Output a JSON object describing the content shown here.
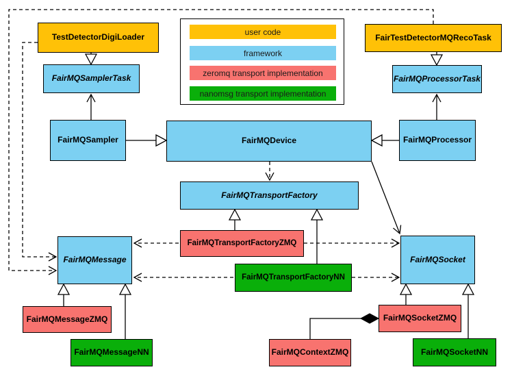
{
  "nodes": {
    "testDetectorDigiLoader": {
      "label": "TestDetectorDigiLoader",
      "category": "user code"
    },
    "fairTestDetectorMQRecoTask": {
      "label": "FairTestDetectorMQRecoTask",
      "category": "user code"
    },
    "fairMQSamplerTask": {
      "label": "FairMQSamplerTask",
      "category": "framework",
      "abstract": true
    },
    "fairMQProcessorTask": {
      "label": "FairMQProcessorTask",
      "category": "framework",
      "abstract": true
    },
    "fairMQSampler": {
      "label": "FairMQSampler",
      "category": "framework"
    },
    "fairMQDevice": {
      "label": "FairMQDevice",
      "category": "framework"
    },
    "fairMQProcessor": {
      "label": "FairMQProcessor",
      "category": "framework"
    },
    "fairMQTransportFactory": {
      "label": "FairMQTransportFactory",
      "category": "framework",
      "abstract": true
    },
    "fairMQTransportFactoryZMQ": {
      "label": "FairMQTransportFactoryZMQ",
      "category": "zeromq"
    },
    "fairMQTransportFactoryNN": {
      "label": "FairMQTransportFactoryNN",
      "category": "nanomsg"
    },
    "fairMQMessage": {
      "label": "FairMQMessage",
      "category": "framework",
      "abstract": true
    },
    "fairMQSocket": {
      "label": "FairMQSocket",
      "category": "framework",
      "abstract": true
    },
    "fairMQMessageZMQ": {
      "label": "FairMQMessageZMQ",
      "category": "zeromq"
    },
    "fairMQMessageNN": {
      "label": "FairMQMessageNN",
      "category": "nanomsg"
    },
    "fairMQSocketZMQ": {
      "label": "FairMQSocketZMQ",
      "category": "zeromq"
    },
    "fairMQSocketNN": {
      "label": "FairMQSocketNN",
      "category": "nanomsg"
    },
    "fairMQContextZMQ": {
      "label": "FairMQContextZMQ",
      "category": "zeromq"
    }
  },
  "legend": {
    "items": [
      {
        "label": "user code",
        "color": "#FFC107"
      },
      {
        "label": "framework",
        "color": "#7CD0F2"
      },
      {
        "label": "zeromq transport implementation",
        "color": "#F8736F"
      },
      {
        "label": "nanomsg transport implementation",
        "color": "#0AAF0A"
      }
    ]
  },
  "colors": {
    "user_code": "#FFC107",
    "framework": "#7CD0F2",
    "zeromq": "#F8736F",
    "nanomsg": "#0AAF0A",
    "line": "#000000"
  }
}
